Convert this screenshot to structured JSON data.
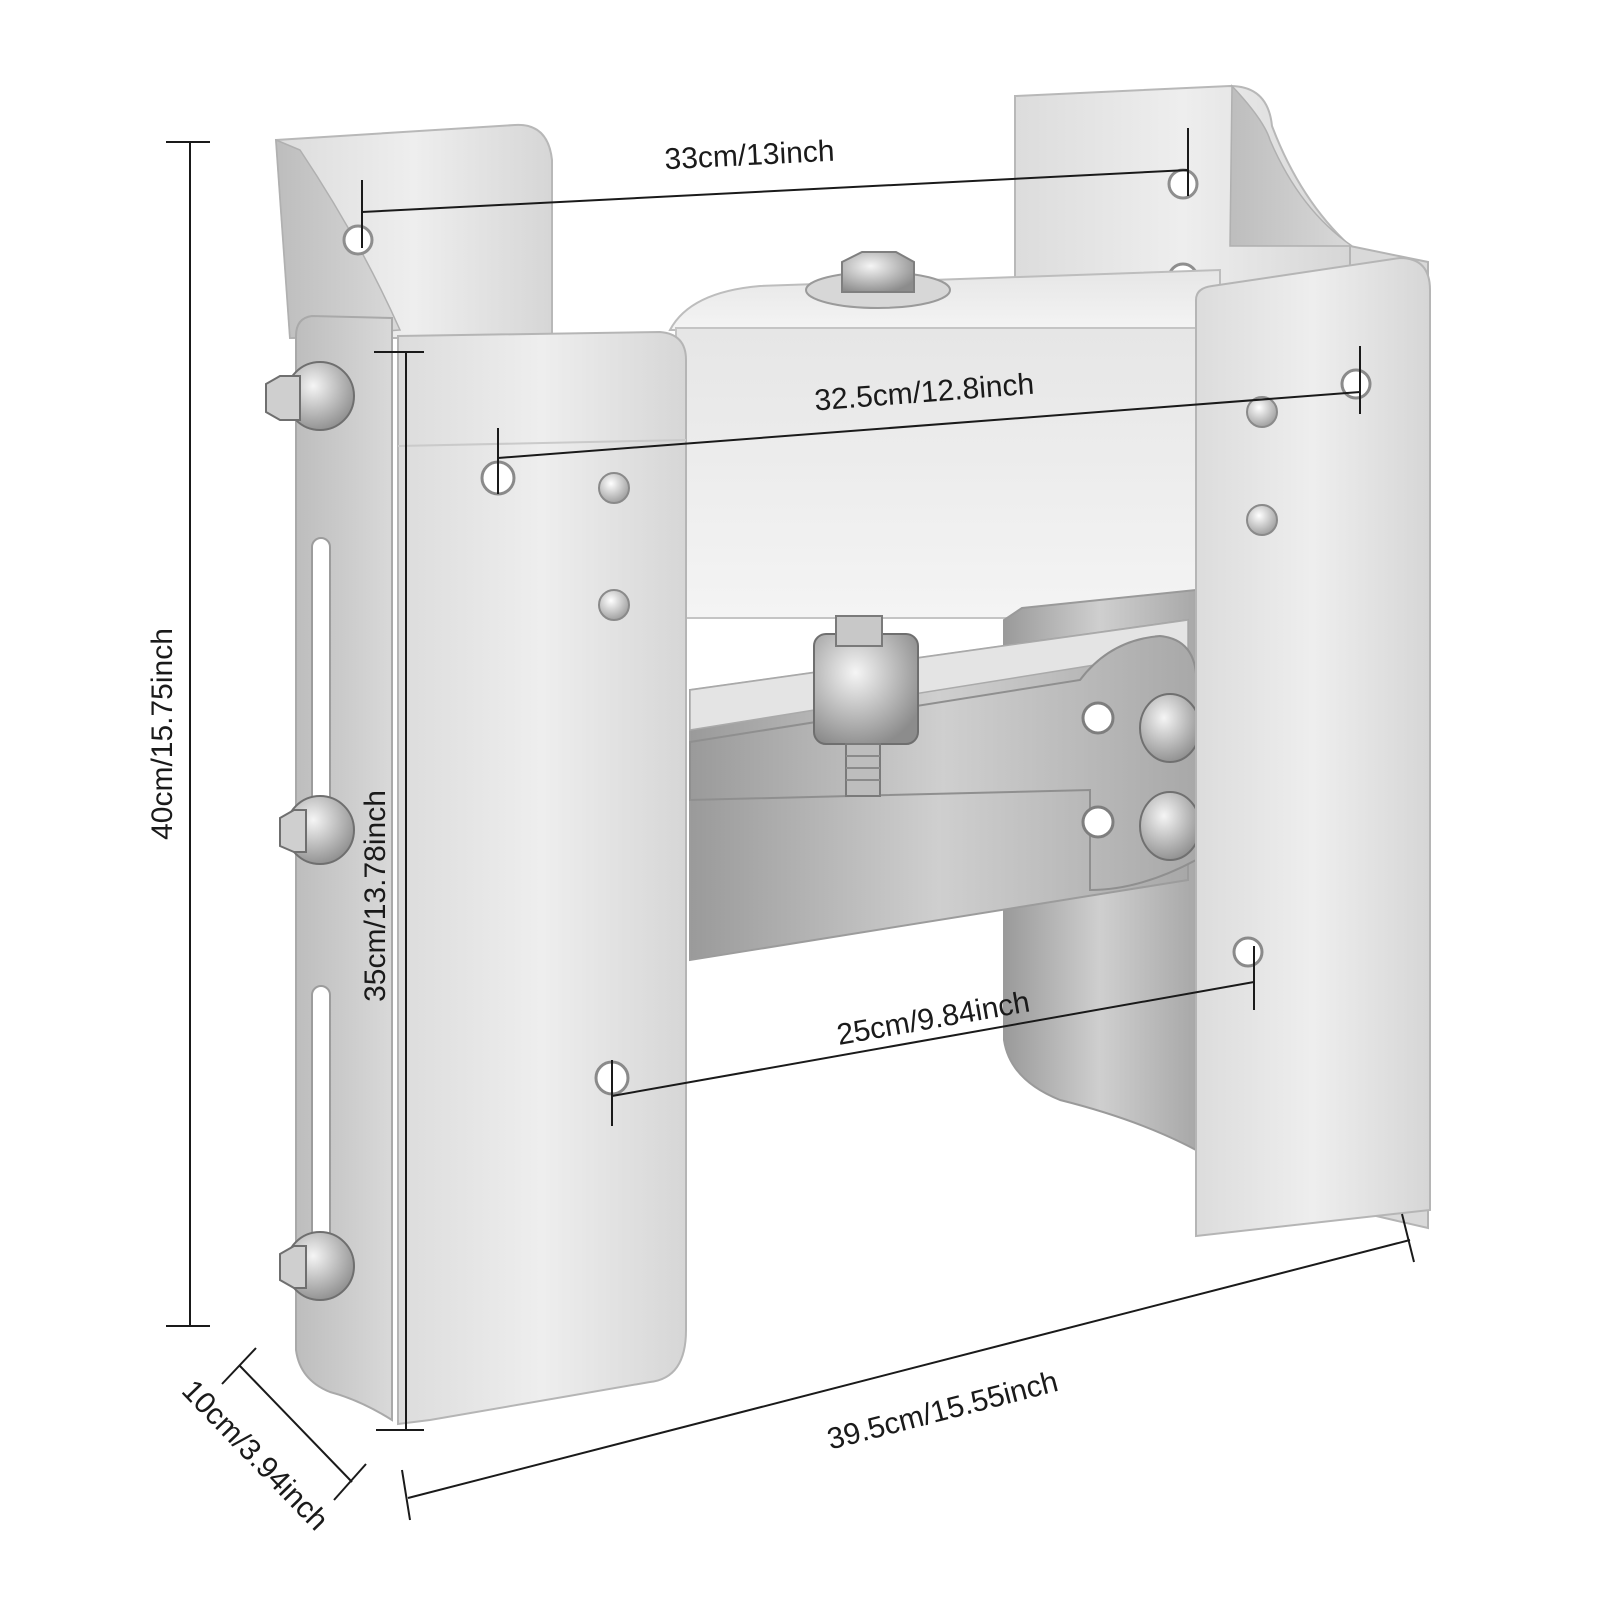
{
  "dimensions": {
    "top_hole_spacing": "33cm/13inch",
    "front_top_hole_spacing": "32.5cm/12.8inch",
    "lower_hole_spacing": "25cm/9.84inch",
    "overall_height": "40cm/15.75inch",
    "plate_height": "35cm/13.78inch",
    "overall_width": "39.5cm/15.55inch",
    "depth": "10cm/3.94inch"
  },
  "colors": {
    "background": "#ffffff",
    "metal_light": "#e9e9e9",
    "metal_mid": "#cfcfcf",
    "metal_dark": "#9e9e9e",
    "dimension_line": "#1a1a1a"
  }
}
